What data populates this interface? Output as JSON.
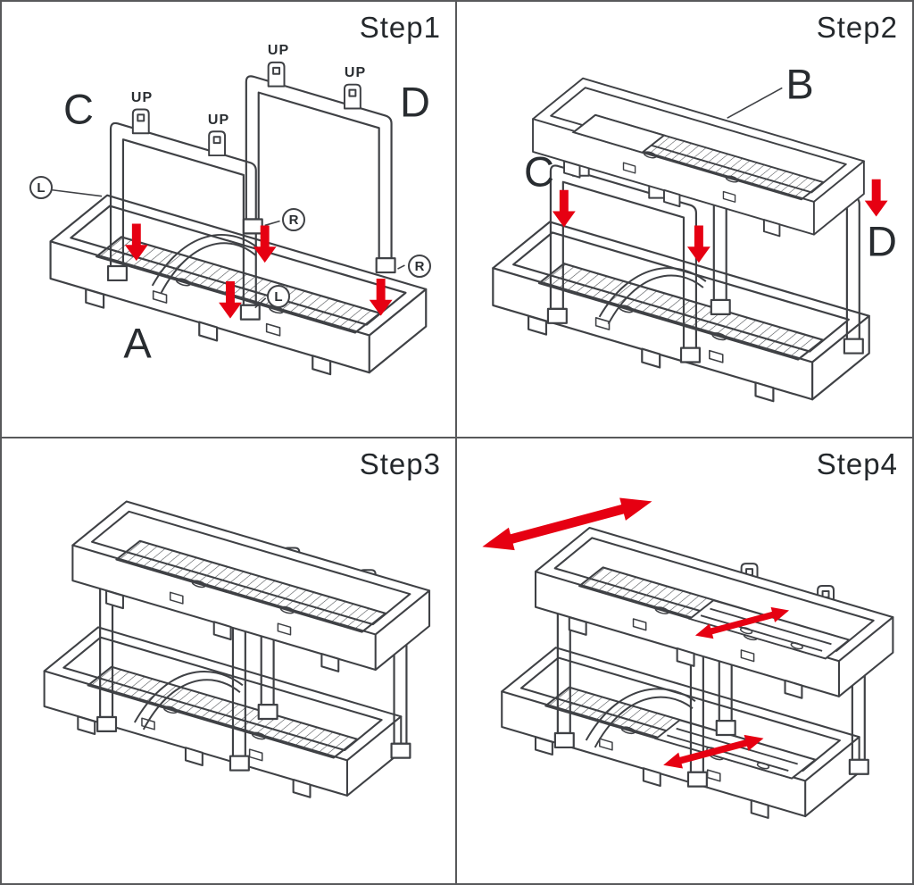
{
  "colors": {
    "line": "#3f4145",
    "arrow_red": "#e60012",
    "text": "#24282c",
    "divider": "#58595b"
  },
  "steps": {
    "step1": {
      "title": "Step1",
      "part_a": "A",
      "part_c": "C",
      "part_d": "D",
      "up_label": "UP",
      "left_mark": "L",
      "right_mark": "R"
    },
    "step2": {
      "title": "Step2",
      "part_b": "B",
      "part_c": "C",
      "part_d": "D"
    },
    "step3": {
      "title": "Step3"
    },
    "step4": {
      "title": "Step4"
    }
  }
}
